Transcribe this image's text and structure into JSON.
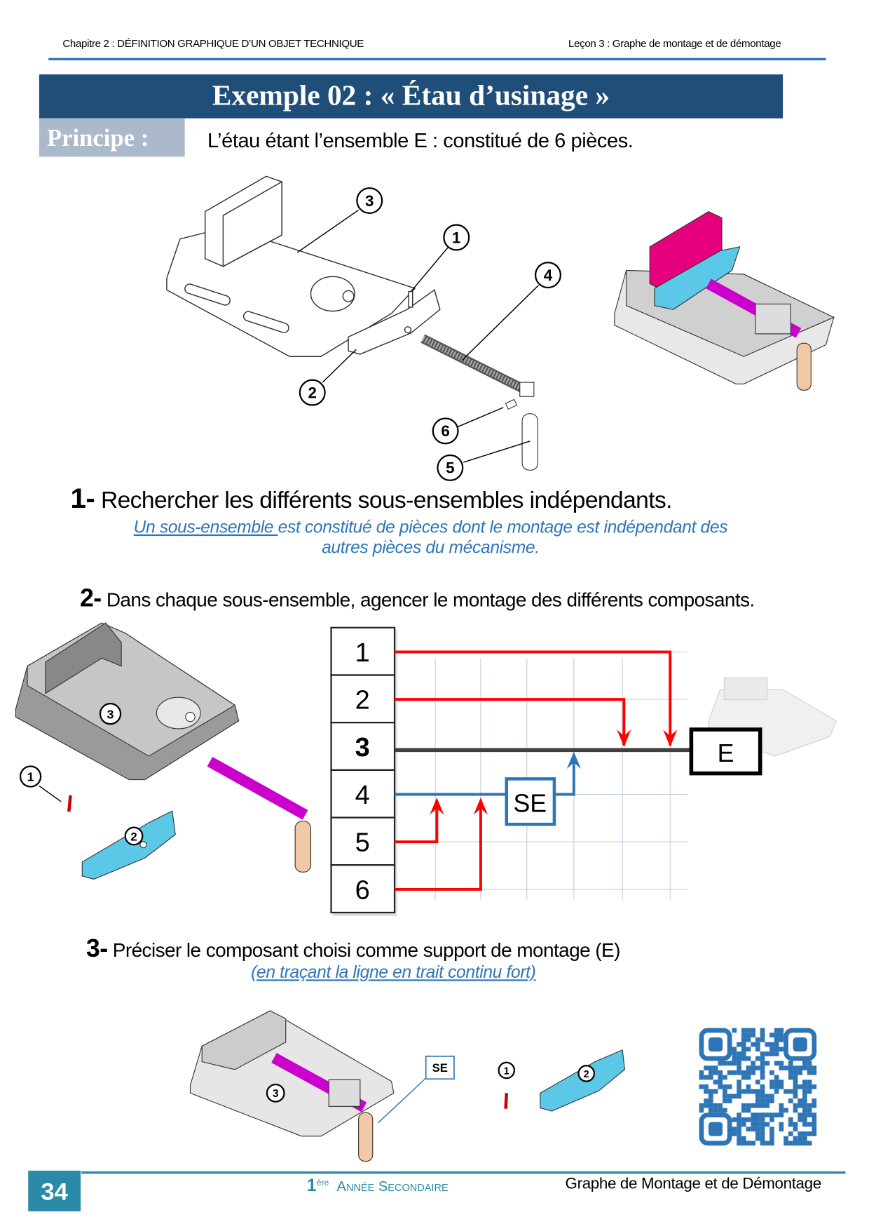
{
  "header": {
    "chapter": "Chapitre 2 :  DÉFINITION GRAPHIQUE D’UN OBJET TECHNIQUE",
    "lesson": "Leçon 3 : Graphe de montage et de démontage"
  },
  "title": "Exemple 02 :  « Étau d’usinage »",
  "principe": {
    "label": "Principe :",
    "text": "L’étau étant l’ensemble E : constitué de 6 pièces."
  },
  "figure1": {
    "callouts": [
      "1",
      "2",
      "3",
      "4",
      "5",
      "6"
    ]
  },
  "step1": {
    "num": "1-",
    "text": "Rechercher les différents sous-ensembles indépendants.",
    "note_underlined": "Un sous-ensemble ",
    "note_rest": "est constitué de pièces dont le montage est indépendant des",
    "note_line2": "autres pièces du mécanisme."
  },
  "step2": {
    "num": "2-",
    "text": "Dans chaque sous-ensemble, agencer le montage des différents composants."
  },
  "figure2": {
    "callouts": [
      "3",
      "1",
      "2"
    ]
  },
  "graph": {
    "rows": [
      "1",
      "2",
      "3",
      "4",
      "5",
      "6"
    ],
    "support_row": "3",
    "se_label": "SE",
    "e_label": "E",
    "colors": {
      "red": "#ff0000",
      "blue": "#2e75b6",
      "dark": "#404040"
    }
  },
  "step3": {
    "num": "3-",
    "text": "Préciser le composant choisi comme support de montage (E)",
    "note": "(en traçant la ligne en trait continu fort)"
  },
  "figure3": {
    "callouts": [
      "3",
      "1",
      "2"
    ],
    "se_label": "SE"
  },
  "footer": {
    "page": "34",
    "year_num": "1",
    "year_sup": "ère",
    "year_text": "Année Secondaire",
    "title": "Graphe de Montage et de Démontage"
  }
}
